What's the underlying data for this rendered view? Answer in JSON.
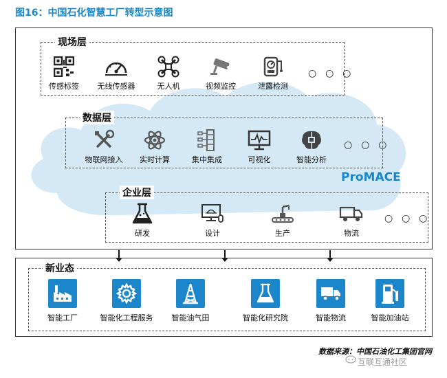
{
  "title": "图16：中国石化智慧工厂转型示意图",
  "field_layer": {
    "label": "现场层",
    "items": [
      {
        "label": "传感标签",
        "icon": "qr-code-icon"
      },
      {
        "label": "无线传感器",
        "icon": "gauge-icon"
      },
      {
        "label": "无人机",
        "icon": "drone-icon"
      },
      {
        "label": "视频监控",
        "icon": "camera-icon"
      },
      {
        "label": "泄露检测",
        "icon": "gas-detector-icon"
      }
    ],
    "more": "○ ○ ○"
  },
  "data_layer": {
    "label": "数据层",
    "items": [
      {
        "label": "物联网接入",
        "icon": "tools-icon"
      },
      {
        "label": "实时计算",
        "icon": "atom-icon"
      },
      {
        "label": "集中集成",
        "icon": "integration-icon"
      },
      {
        "label": "可视化",
        "icon": "monitor-icon"
      },
      {
        "label": "智能分析",
        "icon": "brain-icon"
      }
    ],
    "more": "○ ○ ○"
  },
  "brand": "ProMACE",
  "enterprise_layer": {
    "label": "企业层",
    "items": [
      {
        "label": "研发",
        "icon": "flask-icon"
      },
      {
        "label": "设计",
        "icon": "design-icon"
      },
      {
        "label": "生产",
        "icon": "production-icon"
      },
      {
        "label": "物流",
        "icon": "truck-icon"
      }
    ],
    "more": "○ ○ ○"
  },
  "new_business": {
    "label": "新业态",
    "items": [
      {
        "label": "智能工厂",
        "icon": "factory-icon"
      },
      {
        "label": "智能化工程服务",
        "icon": "gear-icon"
      },
      {
        "label": "智能油气田",
        "icon": "oil-derrick-icon"
      },
      {
        "label": "智能化研究院",
        "icon": "lab-flask-icon"
      },
      {
        "label": "智能物流",
        "icon": "truck-icon"
      },
      {
        "label": "智能加油站",
        "icon": "fuel-pump-icon"
      }
    ]
  },
  "source": "数据来源：中国石油化工集团官网",
  "watermark": "互联互通社区",
  "colors": {
    "accent": "#1b86c9",
    "cloud": "#d4e8f5"
  }
}
